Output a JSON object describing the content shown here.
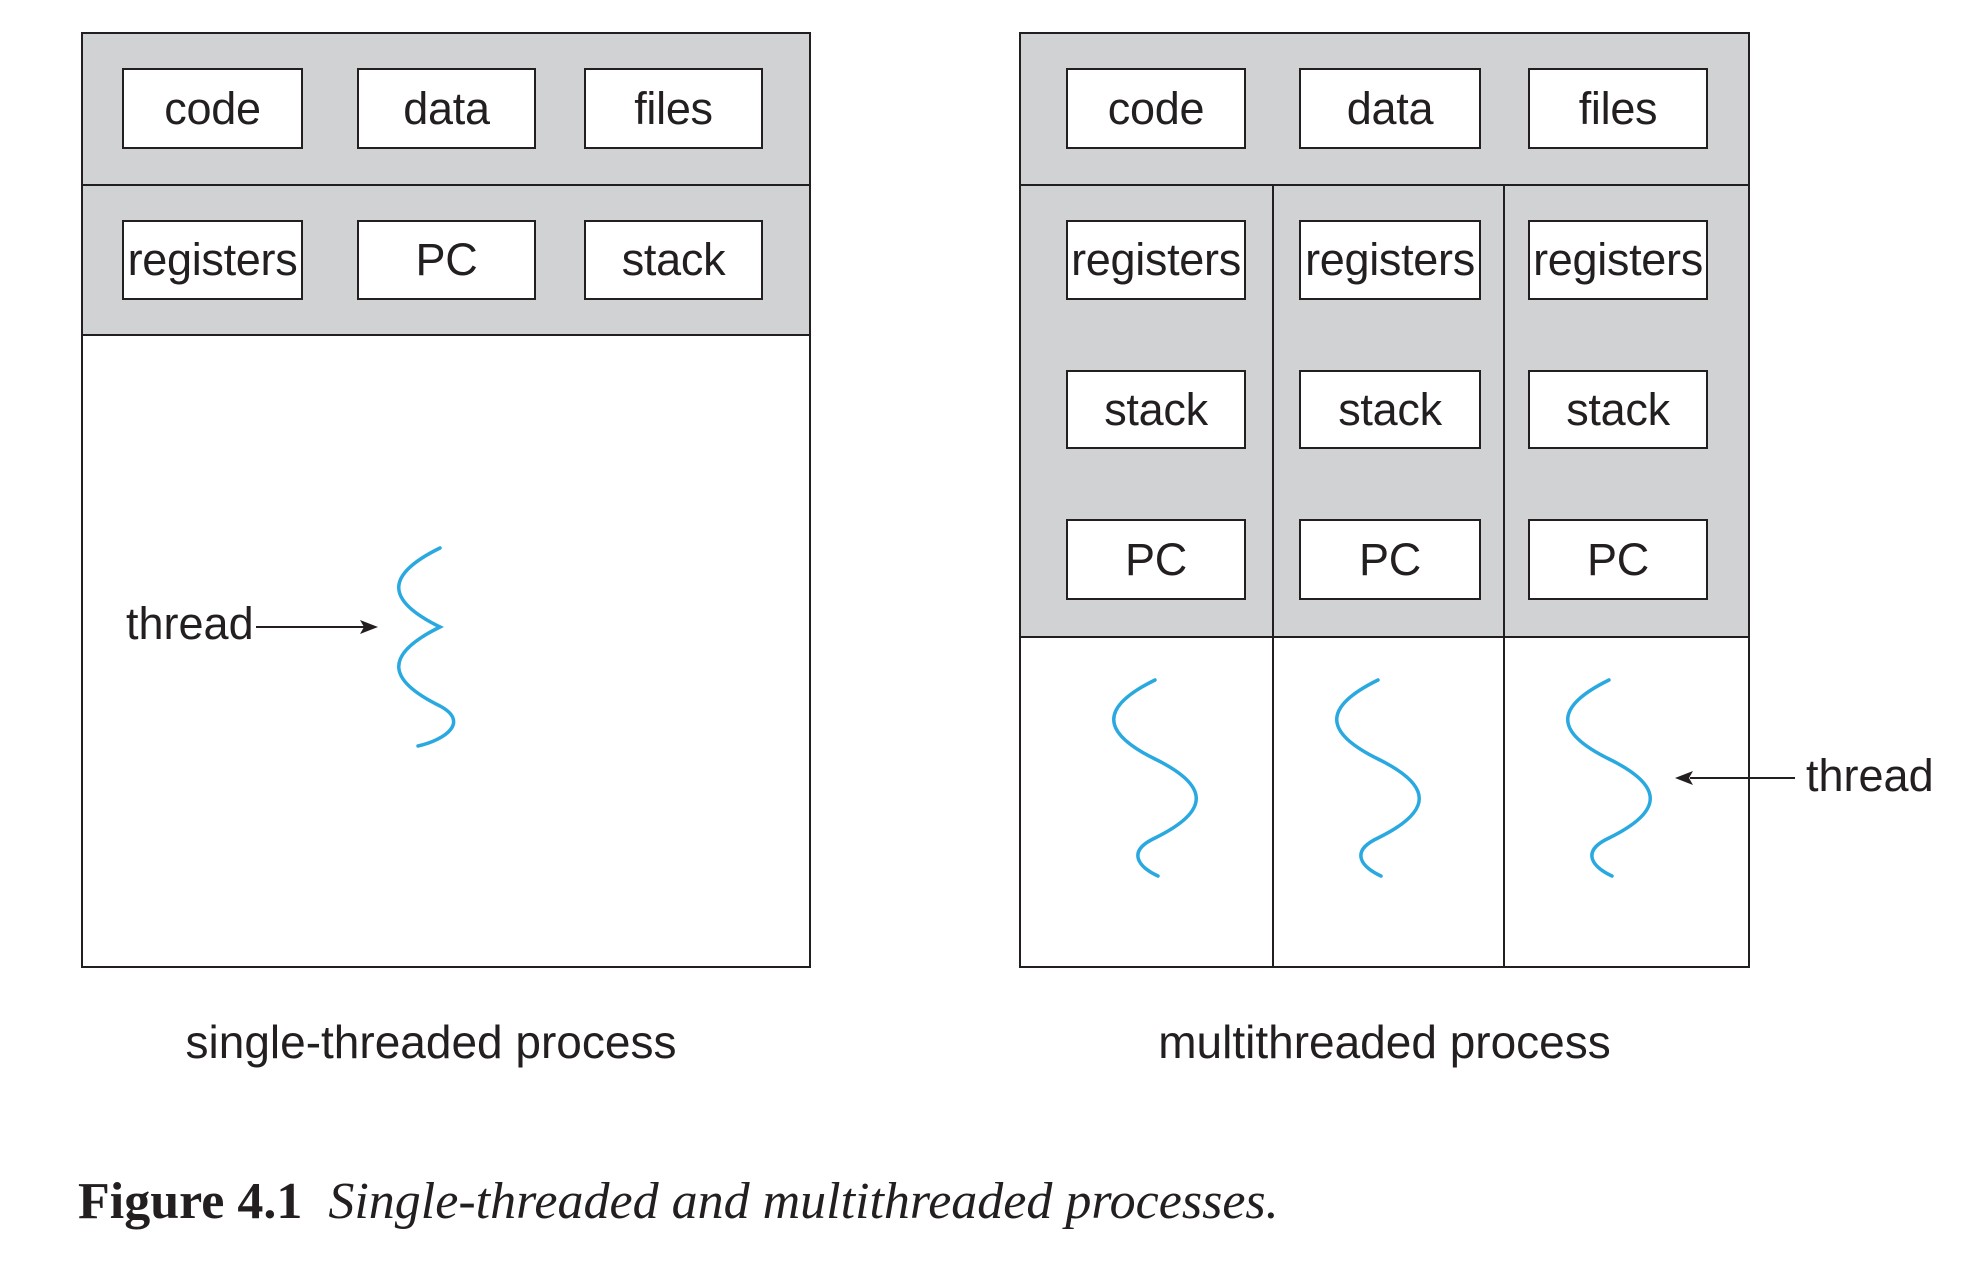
{
  "single": {
    "shared": [
      "code",
      "data",
      "files"
    ],
    "thread_state": [
      "registers",
      "PC",
      "stack"
    ],
    "thread_label": "thread",
    "caption": "single-threaded process"
  },
  "multi": {
    "shared": [
      "code",
      "data",
      "files"
    ],
    "threads": [
      {
        "registers": "registers",
        "stack": "stack",
        "pc": "PC"
      },
      {
        "registers": "registers",
        "stack": "stack",
        "pc": "PC"
      },
      {
        "registers": "registers",
        "stack": "stack",
        "pc": "PC"
      }
    ],
    "thread_label": "thread",
    "caption": "multithreaded process"
  },
  "figure": {
    "number": "Figure 4.1",
    "title": "Single-threaded and multithreaded processes."
  },
  "colors": {
    "panel_gray": "#d1d2d4",
    "thread_wave": "#29a9e0",
    "outline": "#231f20"
  }
}
